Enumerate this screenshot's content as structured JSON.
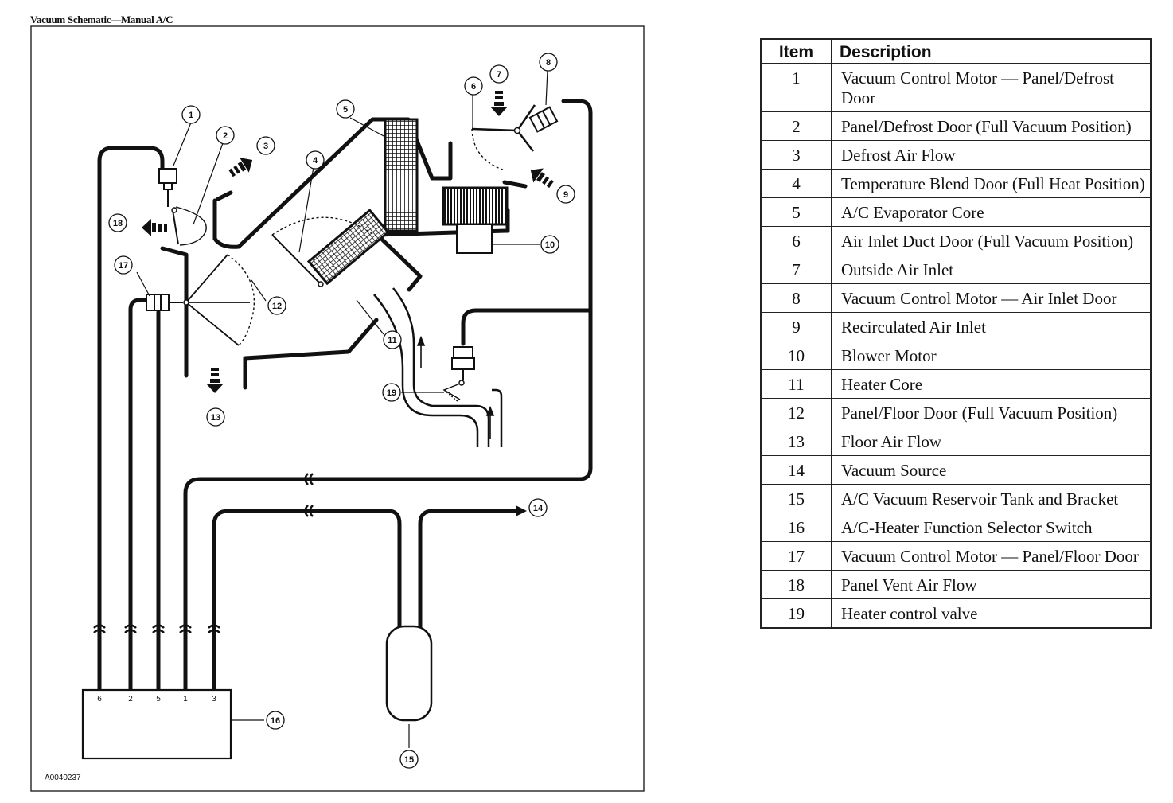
{
  "title": "Vacuum Schematic—Manual A/C",
  "figure_code": "A0040237",
  "diagram": {
    "callouts": [
      "1",
      "2",
      "3",
      "4",
      "5",
      "6",
      "7",
      "8",
      "9",
      "10",
      "11",
      "12",
      "13",
      "14",
      "15",
      "16",
      "17",
      "18",
      "19"
    ],
    "switch_ports": [
      "6",
      "2",
      "5",
      "1",
      "3"
    ]
  },
  "legend": {
    "headers": {
      "item": "Item",
      "description": "Description"
    },
    "rows": [
      {
        "item": "1",
        "description": "Vacuum Control Motor — Panel/Defrost Door"
      },
      {
        "item": "2",
        "description": "Panel/Defrost Door (Full Vacuum Position)"
      },
      {
        "item": "3",
        "description": "Defrost Air Flow"
      },
      {
        "item": "4",
        "description": "Temperature Blend Door (Full Heat Position)"
      },
      {
        "item": "5",
        "description": "A/C Evaporator Core"
      },
      {
        "item": "6",
        "description": "Air Inlet Duct Door (Full Vacuum Position)"
      },
      {
        "item": "7",
        "description": "Outside Air Inlet"
      },
      {
        "item": "8",
        "description": "Vacuum Control Motor — Air Inlet Door"
      },
      {
        "item": "9",
        "description": "Recirculated Air Inlet"
      },
      {
        "item": "10",
        "description": "Blower Motor"
      },
      {
        "item": "11",
        "description": "Heater Core"
      },
      {
        "item": "12",
        "description": "Panel/Floor Door (Full Vacuum Position)"
      },
      {
        "item": "13",
        "description": "Floor Air Flow"
      },
      {
        "item": "14",
        "description": "Vacuum Source"
      },
      {
        "item": "15",
        "description": "A/C Vacuum Reservoir Tank and Bracket"
      },
      {
        "item": "16",
        "description": "A/C-Heater Function Selector Switch"
      },
      {
        "item": "17",
        "description": "Vacuum Control Motor — Panel/Floor Door"
      },
      {
        "item": "18",
        "description": "Panel Vent Air Flow"
      },
      {
        "item": "19",
        "description": "Heater control valve"
      }
    ]
  }
}
